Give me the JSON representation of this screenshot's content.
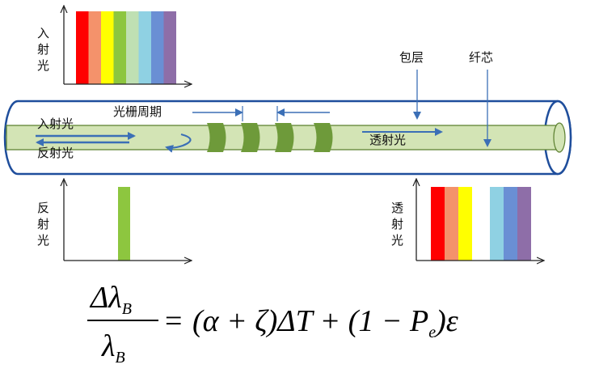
{
  "labels": {
    "incident_light_vertical": "入射光",
    "reflected_light_vertical": "反射光",
    "transmitted_light_vertical": "透射光",
    "cladding": "包层",
    "core": "纤芯",
    "grating_period": "光栅周期",
    "incident_light": "入射光",
    "reflected_light": "反射光",
    "transmitted_light": "透射光"
  },
  "spectra": {
    "incident": [
      "#ff0000",
      "#f4926b",
      "#ffff00",
      "#8dc63f",
      "#bfe0b3",
      "#8fd1e3",
      "#6a8fd4",
      "#8e6ea8"
    ],
    "reflected": [
      "#8dc63f"
    ],
    "transmitted": [
      "#ff0000",
      "#f4926b",
      "#ffff00",
      "#8fd1e3",
      "#6a8fd4",
      "#8e6ea8"
    ]
  },
  "colors": {
    "fiber_outline": "#1f4e9c",
    "core_fill": "#d3e4b5",
    "grating_band": "#6e9a3a",
    "arrow": "#3b6fb6"
  },
  "formula": {
    "numerator": "Δλ",
    "denominator": "λ",
    "subscript_b": "B",
    "equals": "=",
    "rhs_part1": "(α + ζ)ΔT + (1 − P",
    "subscript_e": "e",
    "rhs_part2": ")ε"
  }
}
